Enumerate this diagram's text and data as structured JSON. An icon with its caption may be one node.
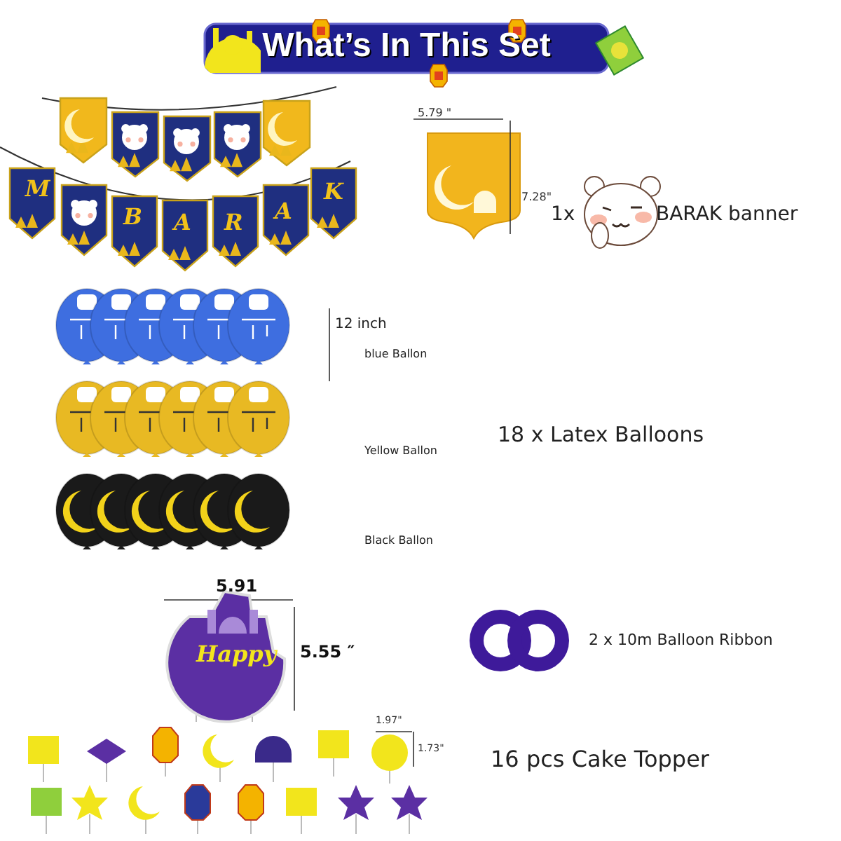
{
  "diagram": {
    "title": "What’s In This Set",
    "labels": [
      "5.79 \"",
      "M",
      "B",
      "A",
      "R",
      "A",
      "K",
      "7.28\"",
      "1x",
      "BARAK banner",
      "12 inch",
      "blue Ballon",
      "18 x Latex Balloons",
      "Yellow Ballon",
      "Black Ballon",
      "5.91",
      "5.55 ″",
      "2 x 10m Balloon Ribbon",
      "Happy",
      "1.97\"",
      "1.73\"",
      "16 pcs Cake Topper"
    ]
  }
}
